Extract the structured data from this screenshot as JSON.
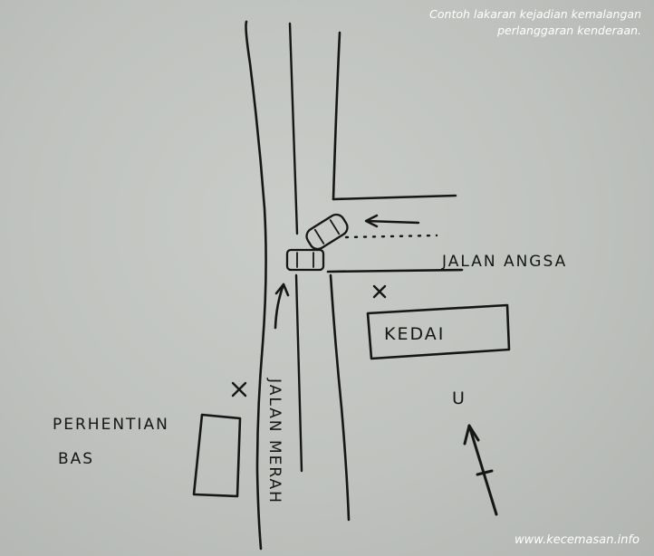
{
  "caption": {
    "line1": "Contoh lakaran kejadian kemalangan",
    "line2": "perlanggaran kenderaan."
  },
  "labels": {
    "jalan_angsa": "JALAN ANGSA",
    "jalan_merah": "JALAN MERAH",
    "kedai": "KEDAI",
    "perhentian": "PERHENTIAN",
    "bas": "BAS",
    "north": "U",
    "mark_x": "X"
  },
  "watermark": "www.kecemasan.info",
  "colors": {
    "ink": "#161616",
    "paper": "#c2c5c1",
    "caption": "#ffffff"
  }
}
